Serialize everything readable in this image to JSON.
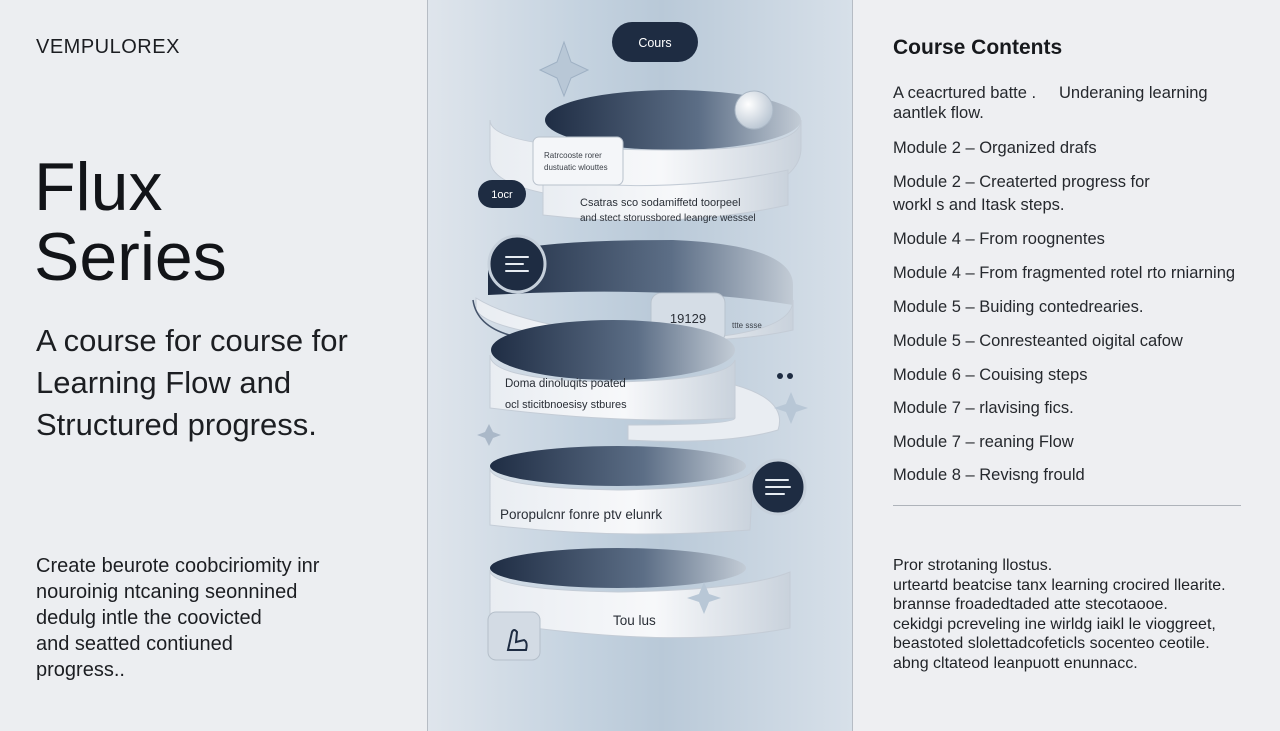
{
  "left": {
    "brand": "VEMPULOREX",
    "title_line1": "Flux",
    "title_line2": "Series",
    "subtitle": "A course for course for Learning Flow and Structured progress.",
    "description": [
      "Create beurote coobciriomity inr",
      "nouroinig ntcaning seonnined",
      "dedulg intle the coovicted",
      "and seatted contiuned",
      "progress.."
    ]
  },
  "center": {
    "top_pill": "Cours",
    "toc_badge": "1ocr",
    "ribbon1_tab": [
      "Ratrcooste rorer",
      "dustuatic wlouttes"
    ],
    "ribbon1_text": [
      "Csatras sco sodamiffetd toorpeel",
      "and stect storussbored leangre wesssel"
    ],
    "ribbon2_number": "19129",
    "ribbon2_tag": "ttte ssse",
    "ribbon3_text": [
      "Doma dinoluqits poated",
      "ocl sticitbnoesisy stbures"
    ],
    "ribbon4_text": "Poropulcnr fonre ptv elunrk",
    "ribbon5_text": "Tou lus"
  },
  "right": {
    "title": "Course Contents",
    "intro_left": [
      "A ceacrtured batte .",
      "aantlek flow."
    ],
    "intro_right": "Underaning learning",
    "modules": [
      "Module 2 – Organized drafs",
      "Module 2 – Createrted progress for",
      "workl s and Itask steps.",
      "Module 4 – From roognentes",
      "Module 4 – From fragmented rotel rto rniarning",
      "Module 5 – Buiding contedrearies.",
      "Module 5 – Conresteanted oigital cafow",
      "Module 6 – Couising steps",
      "Module 7 – rlavising fics.",
      "Module 7 – reaning Flow",
      "Module 8 – Revisng frould"
    ],
    "notes": [
      "Pror strotaning llostus.",
      "urteartd beatcise tanx learning crocired llearite.",
      "brannse froadedtaded atte stecotaooe.",
      "cekidgi pcreveling ine wirldg iaikl le vioggreet,",
      "beastoted slolettadcofeticls socenteo ceotile.",
      "abng cltateod leanpuott enunnacc."
    ]
  },
  "colors": {
    "navy": "#1e2c42",
    "ribbon_light": "#eef1f5",
    "ribbon_dark": "#33465f"
  }
}
